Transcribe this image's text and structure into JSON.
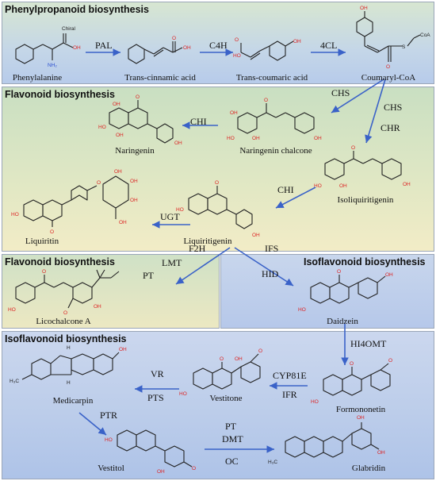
{
  "panels": {
    "phenylpropanoid": "Phenylpropanoid biosynthesis",
    "flavonoid_1": "Flavonoid biosynthesis",
    "flavonoid_2": "Flavonoid biosynthesis",
    "isoflavonoid_1": "Isoflavonoid biosynthesis",
    "isoflavonoid_2": "Isoflavonoid biosynthesis"
  },
  "compounds": {
    "phenylalanine": "Phenylalanine",
    "trans_cinnamic": "Trans-cinnamic acid",
    "trans_coumaric": "Trans-coumaric acid",
    "coumaryl_coa": "Coumaryl-CoA",
    "naringenin": "Naringenin",
    "naringenin_chalcone": "Naringenin chalcone",
    "isoliquiritigenin": "Isoliquiritigenin",
    "liquiritin": "Liquiritin",
    "liquiritigenin": "Liquiritigenin",
    "licochalcone_a": "Licochalcone A",
    "daidzein": "Daidzein",
    "medicarpin": "Medicarpin",
    "vestitone": "Vestitone",
    "formononetin": "Formononetin",
    "vestitol": "Vestitol",
    "glabridin": "Glabridin"
  },
  "enzymes": {
    "pal": "PAL",
    "c4h": "C4H",
    "fourcl": "4CL",
    "chs_1": "CHS",
    "chs_2": "CHS",
    "chr": "CHR",
    "chi_1": "CHI",
    "chi_2": "CHI",
    "ugt": "UGT",
    "lmt": "LMT",
    "pt_1": "PT",
    "f2h": "F2H",
    "ifs": "IFS",
    "hid": "HID",
    "hi4omt": "HI4OMT",
    "cyp81e": "CYP81E",
    "ifr": "IFR",
    "vr": "VR",
    "pts": "PTS",
    "ptr": "PTR",
    "pt_2": "PT",
    "dmt": "DMT",
    "oc": "OC"
  },
  "atoms": {
    "chiral": "Chiral",
    "nh2": "NH₂",
    "oh": "OH",
    "ho": "HO",
    "o": "O",
    "s": "S",
    "coa": "CoA",
    "och3": "H₃C",
    "h": "H",
    "oh_sugar": "OH"
  },
  "colors": {
    "arrow": "#3a62c8",
    "oxygen": "#d22222",
    "nitrogen": "#2a4fd0"
  }
}
